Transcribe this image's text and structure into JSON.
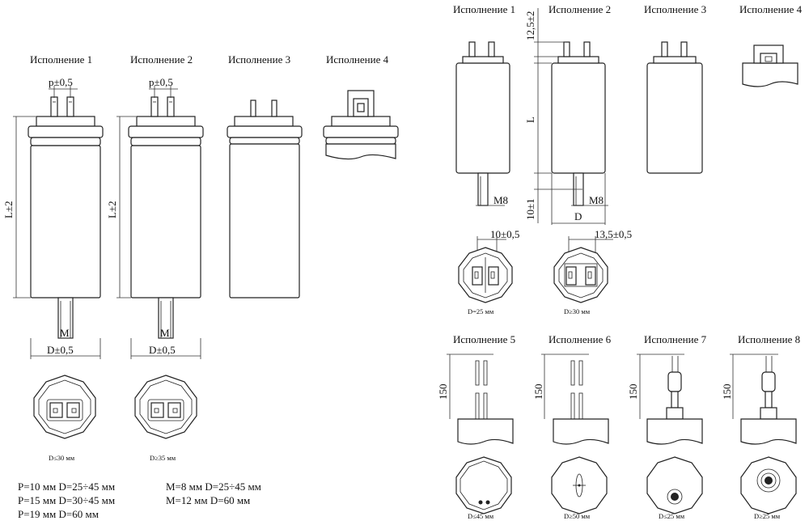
{
  "left_panel": {
    "variants": [
      "Исполнение 1",
      "Исполнение 2",
      "Исполнение 3",
      "Исполнение 4"
    ],
    "pitch_label": "p±0,5",
    "length_label": "L±2",
    "m_label": "M",
    "diameter_label": "D±0,5",
    "top_view_labels": [
      "D≤30 мм",
      "D≥35 мм"
    ],
    "notes_left": [
      "P=10 мм D=25÷45 мм",
      "P=15 мм D=30÷45 мм",
      "P=19 мм D=60 мм"
    ],
    "notes_right": [
      "M=8 мм D=25÷45 мм",
      "M=12 мм D=60 мм"
    ]
  },
  "right_panel": {
    "variants": [
      "Исполнение 1",
      "Исполнение 2",
      "Исполнение 3",
      "Исполнение 4"
    ],
    "terminal_height": "12,5±2",
    "length_label": "L",
    "stud_length": "10±1",
    "m8_label": "M8",
    "diameter_label": "D",
    "pitch_labels": [
      "10±0,5",
      "13,5±0,5"
    ],
    "top_view_labels": [
      "D=25 мм",
      "D≥30 мм"
    ]
  },
  "bottom_panel": {
    "variants": [
      "Исполнение 5",
      "Исполнение 6",
      "Исполнение 7",
      "Исполнение 8"
    ],
    "lead_length": "150",
    "top_view_labels": [
      "D≤45 мм",
      "D≥50 мм",
      "D≤25 мм",
      "D≥25 мм"
    ]
  }
}
